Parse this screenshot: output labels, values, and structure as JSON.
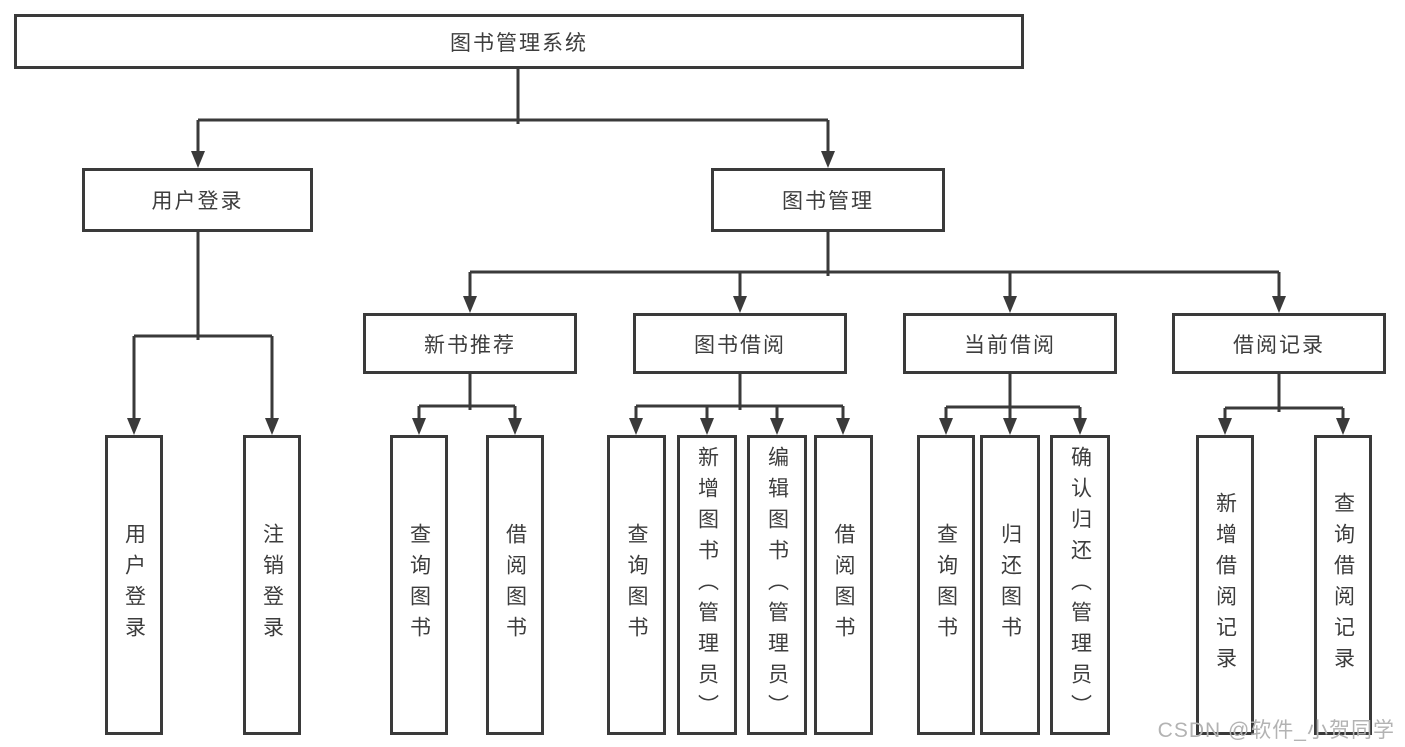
{
  "diagram": {
    "title": "图书管理系统",
    "level2": [
      "用户登录",
      "图书管理"
    ],
    "level3": [
      "新书推荐",
      "图书借阅",
      "当前借阅",
      "借阅记录"
    ],
    "leaves": {
      "user_login": [
        "用户登录",
        "注销登录"
      ],
      "new_book": [
        "查询图书",
        "借阅图书"
      ],
      "book_borrow": [
        "查询图书",
        "新增图书（管理员）",
        "编辑图书（管理员）",
        "借阅图书"
      ],
      "current_borrow": [
        "查询图书",
        "归还图书",
        "确认归还（管理员）"
      ],
      "borrow_records": [
        "新增借阅记录",
        "查询借阅记录"
      ]
    },
    "colors": {
      "line": "#3a3a3a",
      "text": "#3d3d3d",
      "background": "#ffffff",
      "watermark": "#b3b3b3"
    }
  },
  "watermark": "CSDN @软件_小贺同学"
}
